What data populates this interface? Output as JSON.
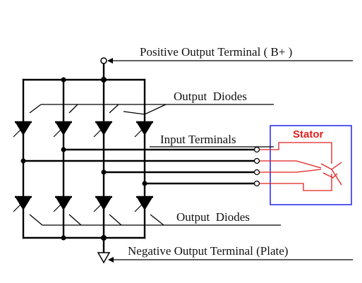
{
  "labels": {
    "positive": "Positive Output Terminal ( B+ )",
    "output_diodes_top": "Output  Diodes",
    "input_terminals": "Input Terminals",
    "stator": "Stator",
    "output_diodes_bottom": "Output  Diodes",
    "negative": "Negative Output Terminal (Plate)"
  },
  "colors": {
    "stator": "#e0201e",
    "stator_box": "#2f2ff0",
    "wire": "#000000"
  }
}
